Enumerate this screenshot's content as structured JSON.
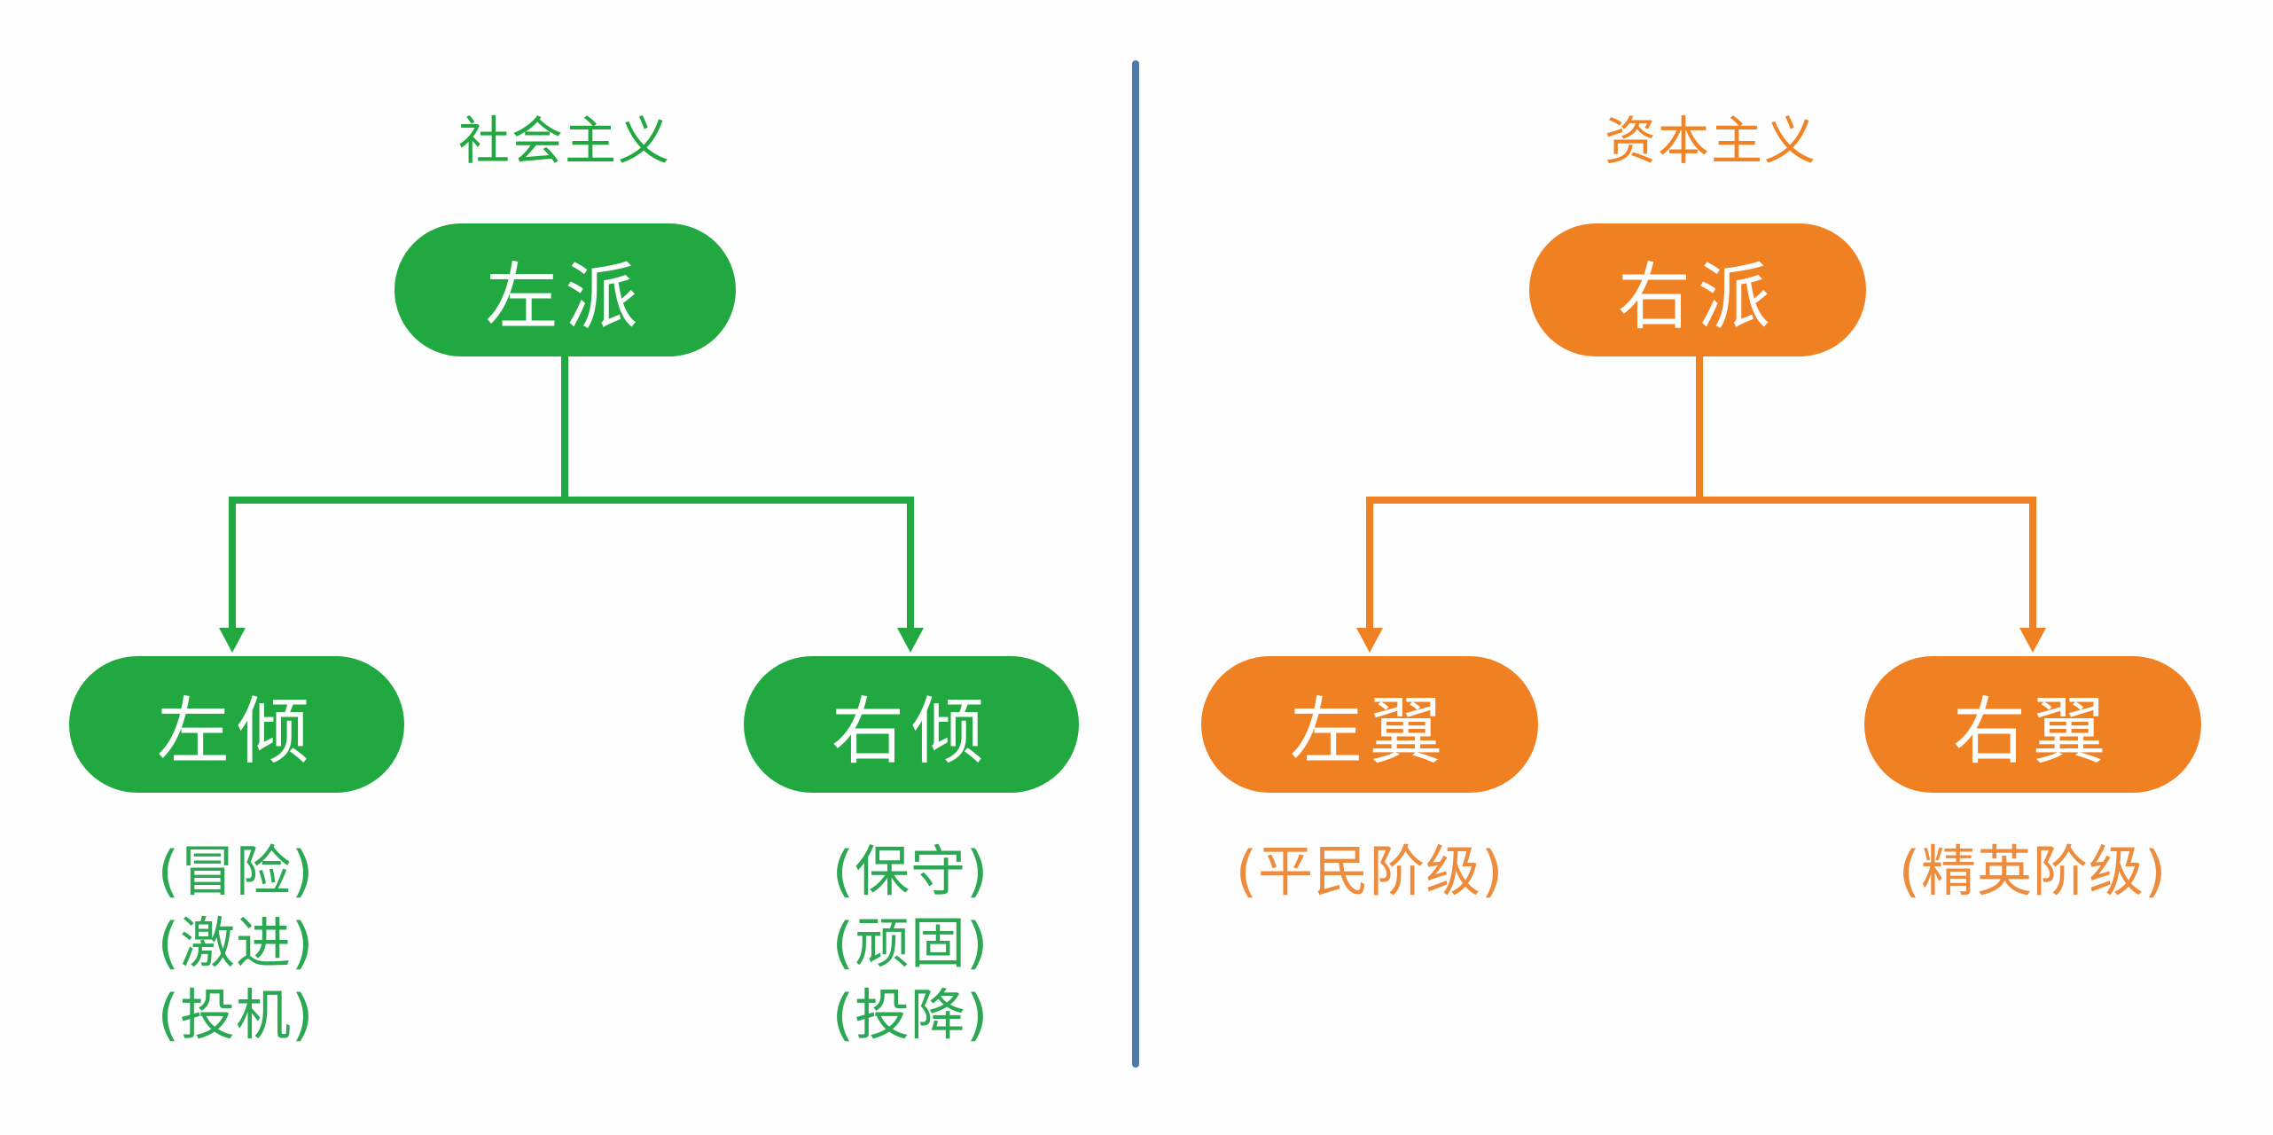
{
  "colors": {
    "socialism_green": "#21a840",
    "socialism_note_green": "#2ca855",
    "capitalism_orange": "#f08122",
    "capitalism_note_orange": "#ee8c3e",
    "divider_blue": "#4d79ab",
    "node_text_white": "#ffffff",
    "background": "#fdfefd"
  },
  "left_panel": {
    "title": "社会主义",
    "root": "左派",
    "children": [
      {
        "label": "左倾",
        "notes": [
          "(冒险)",
          "(激进)",
          "(投机)"
        ]
      },
      {
        "label": "右倾",
        "notes": [
          "(保守)",
          "(顽固)",
          "(投降)"
        ]
      }
    ]
  },
  "right_panel": {
    "title": "资本主义",
    "root": "右派",
    "children": [
      {
        "label": "左翼",
        "notes": [
          "(平民阶级)"
        ]
      },
      {
        "label": "右翼",
        "notes": [
          "(精英阶级)"
        ]
      }
    ]
  }
}
